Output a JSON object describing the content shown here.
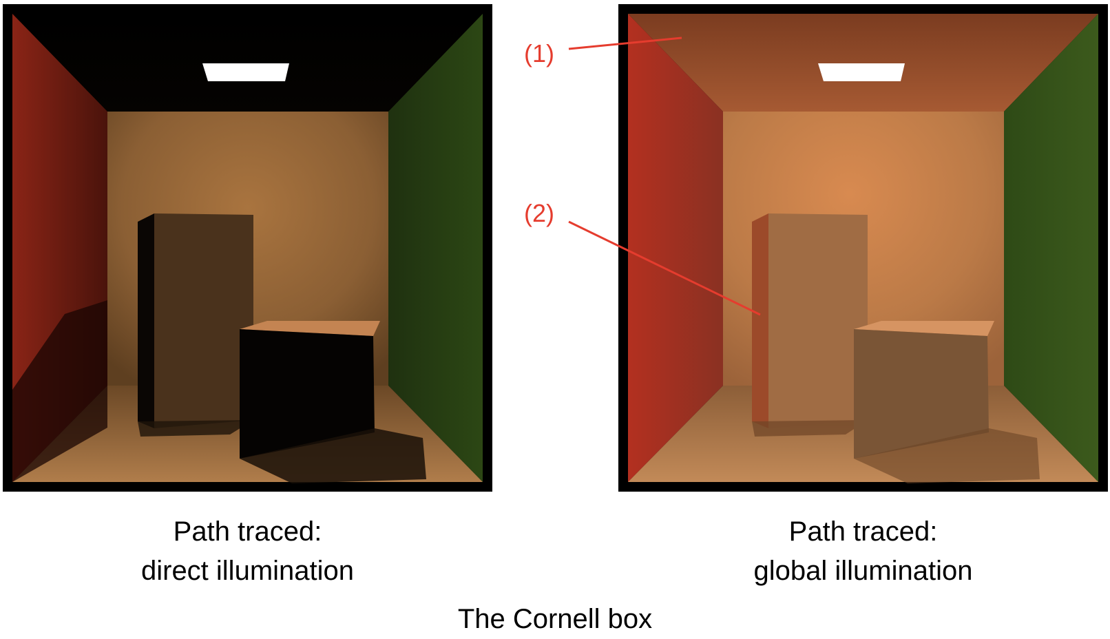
{
  "panels": [
    {
      "caption_line1": "Path traced:",
      "caption_line2": "direct illumination"
    },
    {
      "caption_line1": "Path traced:",
      "caption_line2": "global illumination"
    }
  ],
  "figure_title": "The Cornell box",
  "callouts": [
    {
      "label": "(1)",
      "target": "ceiling"
    },
    {
      "label": "(2)",
      "target": "tall block shadowed side"
    }
  ],
  "colors": {
    "callout": "#e53c2e",
    "frame": "#000000",
    "left_wall": "#a82a1c",
    "right_wall": "#2f4a15",
    "back_wall": "#b87a45",
    "light": "#ffffff"
  }
}
